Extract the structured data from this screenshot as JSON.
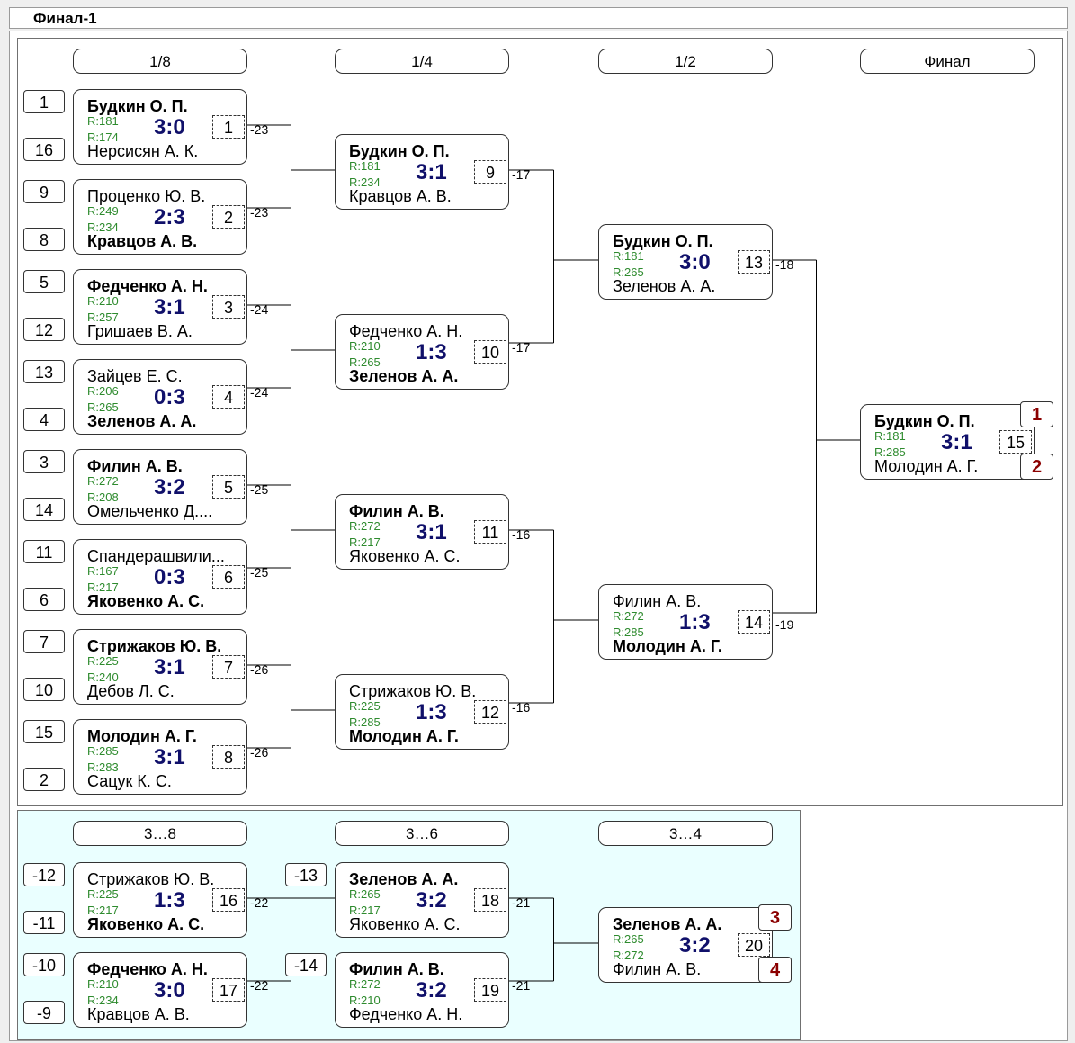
{
  "title": "Финал-1",
  "rounds": {
    "r16": "1/8",
    "qf": "1/4",
    "sf": "1/2",
    "final": "Финал",
    "c38": "3…8",
    "c36": "3…6",
    "c34": "3…4"
  },
  "matches": [
    {
      "id": "m1",
      "n": "1",
      "p1": "Будкин О. П.",
      "r1": "R:181",
      "p2": "Нерсисян А. К.",
      "r2": "R:174",
      "score": "3:0",
      "win": 1,
      "loser": "-23",
      "seed1": "1",
      "seed2": "16"
    },
    {
      "id": "m2",
      "n": "2",
      "p1": "Проценко Ю. В.",
      "r1": "R:249",
      "p2": "Кравцов А. В.",
      "r2": "R:234",
      "score": "2:3",
      "win": 2,
      "loser": "-23",
      "seed1": "9",
      "seed2": "8"
    },
    {
      "id": "m3",
      "n": "3",
      "p1": "Федченко А. Н.",
      "r1": "R:210",
      "p2": "Гришаев В. А.",
      "r2": "R:257",
      "score": "3:1",
      "win": 1,
      "loser": "-24",
      "seed1": "5",
      "seed2": "12"
    },
    {
      "id": "m4",
      "n": "4",
      "p1": "Зайцев Е. С.",
      "r1": "R:206",
      "p2": "Зеленов А. А.",
      "r2": "R:265",
      "score": "0:3",
      "win": 2,
      "loser": "-24",
      "seed1": "13",
      "seed2": "4"
    },
    {
      "id": "m5",
      "n": "5",
      "p1": "Филин А. В.",
      "r1": "R:272",
      "p2": "Омельченко Д....",
      "r2": "R:208",
      "score": "3:2",
      "win": 1,
      "loser": "-25",
      "seed1": "3",
      "seed2": "14"
    },
    {
      "id": "m6",
      "n": "6",
      "p1": "Спандерашвили...",
      "r1": "R:167",
      "p2": "Яковенко А. С.",
      "r2": "R:217",
      "score": "0:3",
      "win": 2,
      "loser": "-25",
      "seed1": "11",
      "seed2": "6"
    },
    {
      "id": "m7",
      "n": "7",
      "p1": "Стрижаков Ю. В.",
      "r1": "R:225",
      "p2": "Дебов Л. С.",
      "r2": "R:240",
      "score": "3:1",
      "win": 1,
      "loser": "-26",
      "seed1": "7",
      "seed2": "10"
    },
    {
      "id": "m8",
      "n": "8",
      "p1": "Молодин А. Г.",
      "r1": "R:285",
      "p2": "Сацук К. С.",
      "r2": "R:283",
      "score": "3:1",
      "win": 1,
      "loser": "-26",
      "seed1": "15",
      "seed2": "2"
    },
    {
      "id": "m9",
      "n": "9",
      "p1": "Будкин О. П.",
      "r1": "R:181",
      "p2": "Кравцов А. В.",
      "r2": "R:234",
      "score": "3:1",
      "win": 1,
      "loser": "-17"
    },
    {
      "id": "m10",
      "n": "10",
      "p1": "Федченко А. Н.",
      "r1": "R:210",
      "p2": "Зеленов А. А.",
      "r2": "R:265",
      "score": "1:3",
      "win": 2,
      "loser": "-17"
    },
    {
      "id": "m11",
      "n": "11",
      "p1": "Филин А. В.",
      "r1": "R:272",
      "p2": "Яковенко А. С.",
      "r2": "R:217",
      "score": "3:1",
      "win": 1,
      "loser": "-16"
    },
    {
      "id": "m12",
      "n": "12",
      "p1": "Стрижаков Ю. В.",
      "r1": "R:225",
      "p2": "Молодин А. Г.",
      "r2": "R:285",
      "score": "1:3",
      "win": 2,
      "loser": "-16"
    },
    {
      "id": "m13",
      "n": "13",
      "p1": "Будкин О. П.",
      "r1": "R:181",
      "p2": "Зеленов А. А.",
      "r2": "R:265",
      "score": "3:0",
      "win": 1,
      "loser": "-18"
    },
    {
      "id": "m14",
      "n": "14",
      "p1": "Филин А. В.",
      "r1": "R:272",
      "p2": "Молодин А. Г.",
      "r2": "R:285",
      "score": "1:3",
      "win": 2,
      "loser": "-19"
    },
    {
      "id": "m15",
      "n": "15",
      "p1": "Будкин О. П.",
      "r1": "R:181",
      "p2": "Молодин А. Г.",
      "r2": "R:285",
      "score": "3:1",
      "win": 1,
      "place1": "1",
      "place2": "2"
    },
    {
      "id": "m16",
      "n": "16",
      "p1": "Стрижаков Ю. В.",
      "r1": "R:225",
      "p2": "Яковенко А. С.",
      "r2": "R:217",
      "score": "1:3",
      "win": 2,
      "loser": "-22",
      "seed1": "-12",
      "seed2": "-11"
    },
    {
      "id": "m17",
      "n": "17",
      "p1": "Федченко А. Н.",
      "r1": "R:210",
      "p2": "Кравцов А. В.",
      "r2": "R:234",
      "score": "3:0",
      "win": 1,
      "loser": "-22",
      "seed1": "-10",
      "seed2": "-9"
    },
    {
      "id": "m18",
      "n": "18",
      "p1": "Зеленов А. А.",
      "r1": "R:265",
      "p2": "Яковенко А. С.",
      "r2": "R:217",
      "score": "3:2",
      "win": 1,
      "loser": "-21",
      "seed1": "-13"
    },
    {
      "id": "m19",
      "n": "19",
      "p1": "Филин А. В.",
      "r1": "R:272",
      "p2": "Федченко А. Н.",
      "r2": "R:210",
      "score": "3:2",
      "win": 1,
      "loser": "-21",
      "seed1": "-14"
    },
    {
      "id": "m20",
      "n": "20",
      "p1": "Зеленов А. А.",
      "r1": "R:265",
      "p2": "Филин А. В.",
      "r2": "R:272",
      "score": "3:2",
      "win": 1,
      "place1": "3",
      "place2": "4"
    }
  ]
}
